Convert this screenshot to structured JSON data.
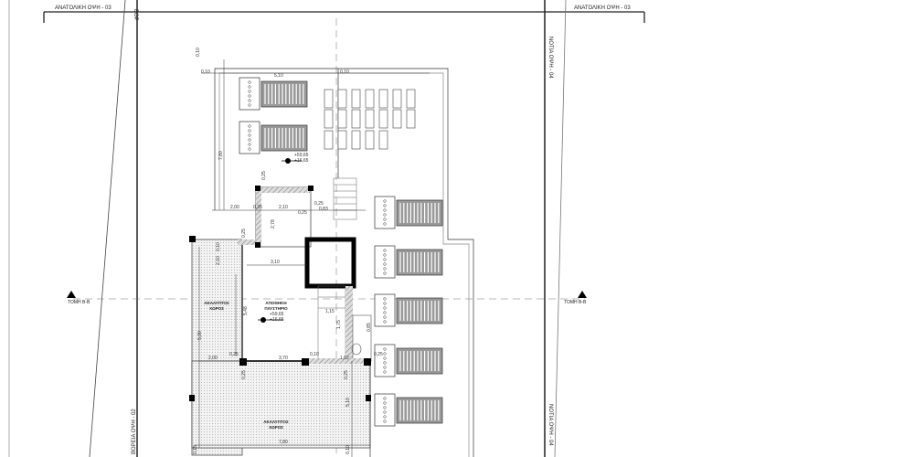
{
  "drawing": {
    "elevation_labels": {
      "east_left": "ΑΝΑΤΟΛΙΚΗ ΟΨΗ - 03",
      "east_right": "ΑΝΑΤΟΛΙΚΗ ΟΨΗ - 03",
      "north_top": "ΒΟΡ",
      "south_top": "ΝΟΤΙΑ ΟΨΗ - 04",
      "south_bottom": "ΝΟΤΙΑ ΟΨΗ - 04",
      "north_bottom": "ΒΟΡΕΙΑ ΟΨΗ - 02"
    },
    "section_labels": {
      "left": "ΤΟΜΗ Β-Β",
      "right": "ΤΟΜΗ Β-Β"
    },
    "rooms": {
      "open_space_upper_l1": "ΑΚΑΛΥΠΤΟΣ",
      "open_space_upper_l2": "ΧΩΡΟΣ",
      "storage_l1": "ΑΠΟΘΗΚΗ",
      "storage_l2": "ΠΛΥΣΤΗΡΙΟ",
      "open_space_lower_l1": "ΑΚΑΛΥΠΤΟΣ",
      "open_space_lower_l2": "ΧΩΡΟΣ"
    },
    "levels": {
      "roof_a": "+59,65",
      "roof_b": "+16,65",
      "storage_a": "+59,65",
      "storage_b": "+16,65"
    },
    "dimensions": {
      "d1": "0,10",
      "d2": "0,10",
      "d3": "5,10",
      "d4": "0,10",
      "d5": "7,80",
      "d6": "0,25",
      "d7": "2,00",
      "d8": "0,25",
      "d9": "2,10",
      "d10": "0,25",
      "d11": "0,25",
      "d12": "0,83",
      "d13": "2,78",
      "d14": "0,10",
      "d15": "0,25",
      "d16": "2,10",
      "d17": "3,10",
      "d18": "5,48",
      "d19": "1,15",
      "d20": "1,75",
      "d21": "2,00",
      "d22": "0,25",
      "d23": "3,70",
      "d24": "0,10",
      "d25": "1,62",
      "d26": "0,25",
      "d27": "0,25",
      "d28": "5,10",
      "d29": "7,80",
      "d30": "0,15",
      "d31": "0,10",
      "d32": "5,30",
      "d33": "0,25",
      "d34": "0,85"
    }
  }
}
